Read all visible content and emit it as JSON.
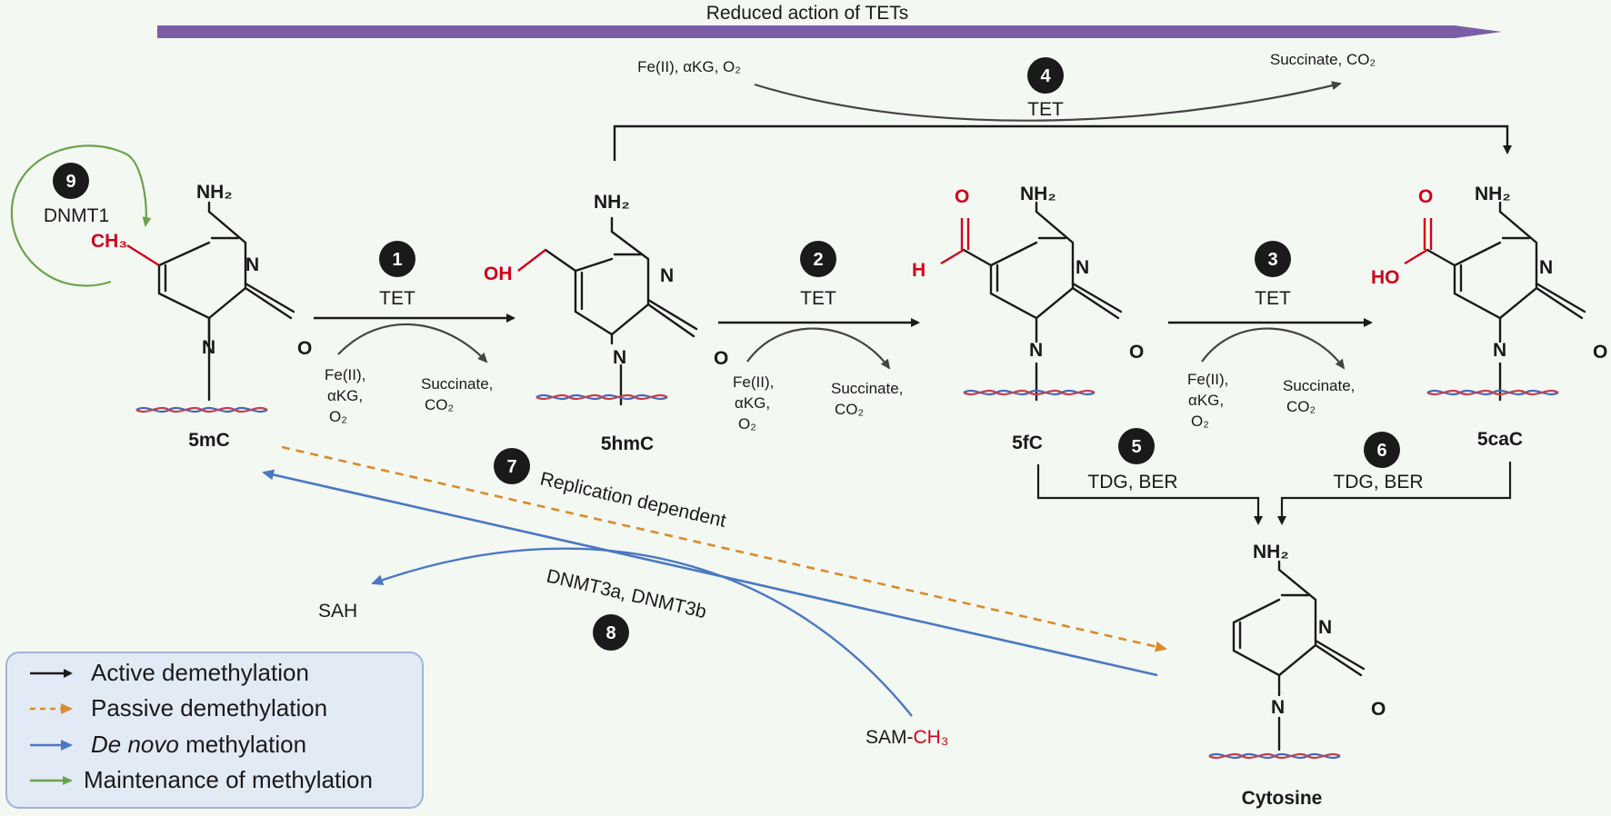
{
  "top_bar": {
    "label": "Reduced action of TETs",
    "color": "#7b5ea7"
  },
  "molecules": {
    "m5mC": {
      "name": "5mC",
      "amine": "NH₂",
      "n3": "N",
      "n1": "N",
      "o2": "O",
      "sub": "CH₃"
    },
    "m5hmC": {
      "name": "5hmC",
      "amine": "NH₂",
      "n3": "N",
      "n1": "N",
      "o2": "O",
      "sub": "OH"
    },
    "m5fC": {
      "name": "5fC",
      "amine": "NH₂",
      "n3": "N",
      "n1": "N",
      "o2": "O",
      "sub_h": "H",
      "sub_o": "O"
    },
    "m5caC": {
      "name": "5caC",
      "amine": "NH₂",
      "n3": "N",
      "n1": "N",
      "o2": "O",
      "sub_ho": "HO",
      "sub_o": "O"
    },
    "cytosine": {
      "name": "Cytosine",
      "amine": "NH₂",
      "n3": "N",
      "n1": "N",
      "o2": "O"
    }
  },
  "steps": {
    "s1": {
      "num": "1",
      "enzyme": "TET",
      "cof1": "Fe(II),",
      "cof2": "αKG,",
      "cof3": "O₂",
      "prod1": "Succinate,",
      "prod2": "CO₂"
    },
    "s2": {
      "num": "2",
      "enzyme": "TET",
      "cof1": "Fe(II),",
      "cof2": "αKG,",
      "cof3": "O₂",
      "prod1": "Succinate,",
      "prod2": "CO₂"
    },
    "s3": {
      "num": "3",
      "enzyme": "TET",
      "cof1": "Fe(II),",
      "cof2": "αKG,",
      "cof3": "O₂",
      "prod1": "Succinate,",
      "prod2": "CO₂"
    },
    "s4": {
      "num": "4",
      "enzyme": "TET",
      "cof": "Fe(II),  αKG, O₂",
      "prod": "Succinate, CO₂"
    },
    "s5": {
      "num": "5",
      "enzyme": "TDG, BER"
    },
    "s6": {
      "num": "6",
      "enzyme": "TDG, BER"
    },
    "s7": {
      "num": "7",
      "label": "Replication dependent"
    },
    "s8": {
      "num": "8",
      "enzyme": "DNMT3a, DNMT3b",
      "byproduct": "SAH",
      "donor": "SAM-",
      "donor_group": "CH₃"
    },
    "s9": {
      "num": "9",
      "enzyme": "DNMT1"
    }
  },
  "legend": {
    "items": [
      {
        "label": "Active demethylation",
        "color": "#1a1a1a"
      },
      {
        "label": "Passive demethylation",
        "color": "#d98c2b"
      },
      {
        "label_em": "De novo",
        "label": " methylation",
        "color": "#4a78c2"
      },
      {
        "label": "Maintenance of methylation",
        "color": "#6ba34a"
      }
    ]
  },
  "colors": {
    "active": "#1a1a1a",
    "passive": "#d98c2b",
    "denovo": "#4a78c2",
    "maintenance": "#6ba34a",
    "modification": "#d0021b"
  }
}
